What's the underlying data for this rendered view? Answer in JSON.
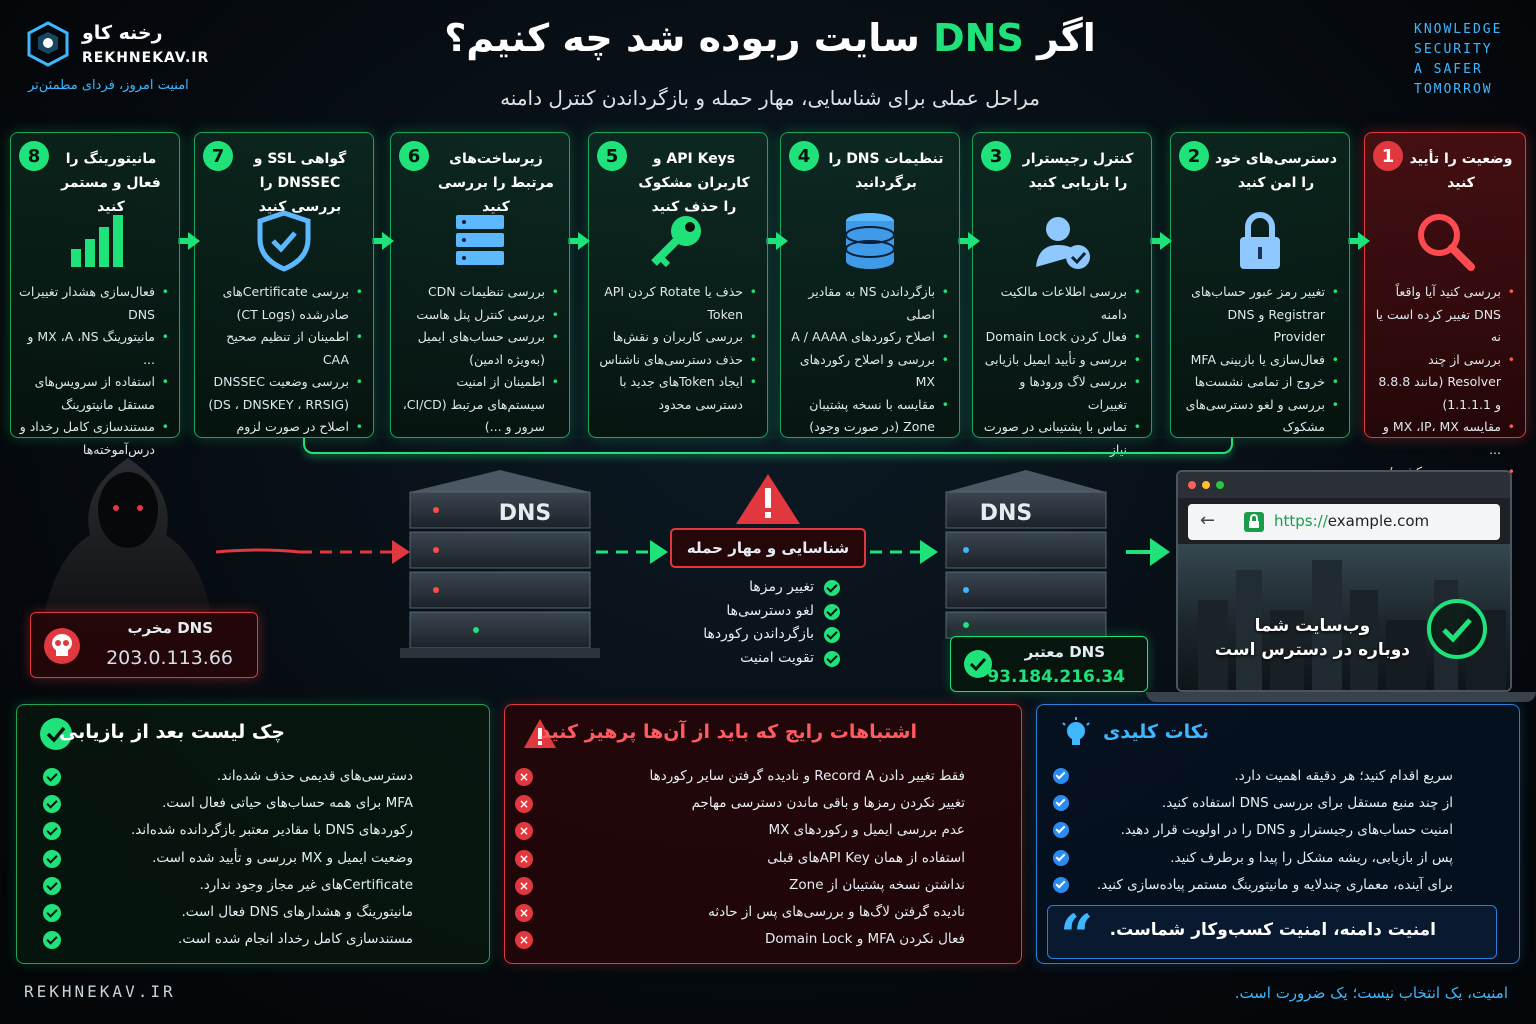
{
  "header": {
    "logo_fa": "رخنه کاو",
    "logo_en": "REKHNEKAV.IR",
    "tagline": "امنیت امروز، فردای مطمئن‌تر",
    "title_before": "اگر",
    "title_dns": "DNS",
    "title_after": "سایت ربوده شد چه کنیم؟",
    "subtitle": "مراحل عملی برای شناسایی، مهار حمله و بازگرداندن کنترل دامنه",
    "slogan": [
      "KNOWLEDGE",
      "SECURITY",
      "A SAFER",
      "TOMORROW"
    ]
  },
  "steps": [
    {
      "num": "1",
      "title": "وضعیت را تأیید کنید",
      "icon": "search-icon",
      "items": [
        "بررسی کنید آیا واقعاً DNS تغییر کرده است یا نه",
        "بررسی از چند Resolver (مانند 8.8.8 و 1.1.1.1)",
        "مقایسه MX ،IP، MX و ...",
        "بررسی در چند کشور/شبکه"
      ]
    },
    {
      "num": "2",
      "title": "دسترسی‌های خود را امن کنید",
      "icon": "lock-icon",
      "items": [
        "تغییر رمز عبور حساب‌های Registrar و DNS Provider",
        "فعال‌سازی یا بازبینی MFA",
        "خروج از تمامی نشست‌ها",
        "بررسی و لغو دسترسی‌های مشکوک"
      ]
    },
    {
      "num": "3",
      "title": "کنترل رجیسترار را بازیابی کنید",
      "icon": "user-check-icon",
      "items": [
        "بررسی اطلاعات مالکیت دامنه",
        "فعال کردن Domain Lock",
        "بررسی و تأیید ایمیل بازیابی",
        "بررسی لاگ ورودها و تغییرات",
        "تماس با پشتیبانی در صورت نیاز"
      ]
    },
    {
      "num": "4",
      "title": "تنظیمات DNS را برگردانید",
      "icon": "database-icon",
      "items": [
        "بازگرداندن NS به مقادیر اصلی",
        "اصلاح رکوردهای A / AAAA",
        "بررسی و اصلاح رکوردهای MX",
        "مقایسه با نسخه پشتیبان Zone (در صورت وجود)"
      ]
    },
    {
      "num": "5",
      "title": "API Keys و کاربران مشکوک را حذف کنید",
      "icon": "key-icon",
      "items": [
        "حذف یا Rotate کردن API Token",
        "بررسی کاربران و نقش‌ها",
        "حذف دسترسی‌های ناشناس",
        "ایجاد Tokenهای جدید با دسترسی محدود"
      ]
    },
    {
      "num": "6",
      "title": "زیرساخت‌های مرتبط را بررسی کنید",
      "icon": "server-icon",
      "items": [
        "بررسی تنظیمات CDN",
        "بررسی کنترل پنل هاست",
        "بررسی حساب‌های ایمیل (به‌ویژه ادمین)",
        "اطمینان از امنیت سیستم‌های مرتبط (CI/CD، سرور و ...)"
      ]
    },
    {
      "num": "7",
      "title": "گواهی SSL و DNSSEC را بررسی کنید",
      "icon": "shield-check-icon",
      "items": [
        "بررسی Certificateهای صادرشده (CT Logs)",
        "اطمینان از تنظیم صحیح CAA",
        "بررسی وضعیت DNSSEC (DS ، DNSKEY ، RRSIG)",
        "اصلاح در صورت لزوم"
      ]
    },
    {
      "num": "8",
      "title": "مانیتورینگ را فعال و مستمر کنید",
      "icon": "bar-chart-icon",
      "items": [
        "فعال‌سازی هشدار تغییرات DNS",
        "مانیتورینگ MX ،A ،NS و ...",
        "استفاده از سرویس‌های مستقل مانیتورینگ",
        "مستندسازی کامل رخداد و درس‌آموخته‌ها"
      ]
    }
  ],
  "scene": {
    "server_label": "DNS",
    "attacker_title": "DNS مخرب",
    "attacker_ip": "203.0.113.66",
    "contain_title": "شناسایی و مهار حمله",
    "contain_items": [
      "تغییر رمزها",
      "لغو دسترسی‌ها",
      "بازگرداندن رکوردها",
      "تقویت امنیت"
    ],
    "legit_title": "DNS معتبر",
    "legit_ip": "93.184.216.34",
    "url_https": "https://",
    "url_host": "example.com",
    "site_msg_1": "وب‌سایت شما",
    "site_msg_2": "دوباره در دسترس است"
  },
  "checklist": {
    "title": "چک لیست بعد از بازیابی",
    "items": [
      "دسترسی‌های قدیمی حذف شده‌اند.",
      "MFA برای همه حساب‌های حیاتی فعال است.",
      "رکوردهای DNS با مقادیر معتبر بازگردانده شده‌اند.",
      "وضعیت ایمیل و MX بررسی و تأیید شده است.",
      "Certificateهای غیر مجاز وجود ندارد.",
      "مانیتورینگ و هشدارهای DNS فعال است.",
      "مستندسازی کامل رخداد انجام شده است."
    ]
  },
  "mistakes": {
    "title": "اشتباهات رایج که باید از آن‌ها پرهیز کنید",
    "items": [
      "فقط تغییر دادن Record A و نادیده گرفتن سایر رکوردها",
      "تغییر نکردن رمزها و باقی ماندن دسترسی مهاجم",
      "عدم بررسی ایمیل و رکوردهای MX",
      "استفاده از همان API Keyهای قبلی",
      "نداشتن نسخه پشتیبان از Zone",
      "نادیده گرفتن لاگ‌ها و بررسی‌های پس از حادثه",
      "فعال نکردن MFA و Domain Lock"
    ]
  },
  "tips": {
    "title": "نکات کلیدی",
    "items": [
      "سریع اقدام کنید؛ هر دقیقه اهمیت دارد.",
      "از چند منبع مستقل برای بررسی DNS استفاده کنید.",
      "امنیت حساب‌های رجیسترار و DNS را در اولویت قرار دهید.",
      "پس از بازیابی، ریشه مشکل را پیدا و برطرف کنید.",
      "برای آینده، معماری چندلایه و مانیتورینگ مستمر پیاده‌سازی کنید."
    ],
    "quote": "امنیت دامنه، امنیت کسب‌وکار شماست."
  },
  "footer": {
    "left": "REKHNEKAV.IR",
    "right": "امنیت، یک انتخاب نیست؛ یک ضرورت است."
  },
  "colors": {
    "accent_green": "#1fe27a",
    "accent_red": "#e0383e",
    "accent_blue": "#3fb7ff"
  }
}
